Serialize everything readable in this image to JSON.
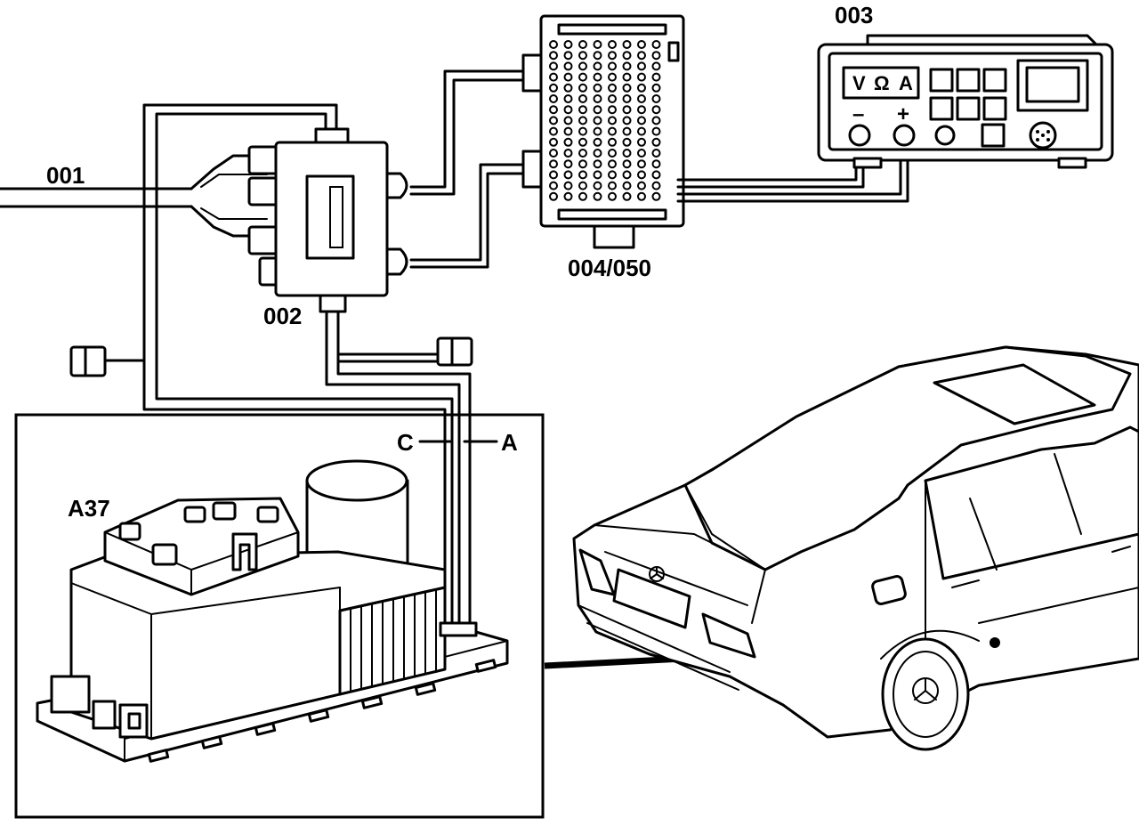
{
  "labels": {
    "cable": "001",
    "adapter": "002",
    "multimeter": "003",
    "socket_box": "004/050",
    "module": "A37",
    "wire_c": "C",
    "wire_a": "A"
  },
  "multimeter": {
    "display_v": "V",
    "display_ohm": "Ω",
    "display_a": "A",
    "terminal_neg": "–",
    "terminal_pos": "+"
  },
  "colors": {
    "line": "#000000",
    "background": "#ffffff"
  }
}
